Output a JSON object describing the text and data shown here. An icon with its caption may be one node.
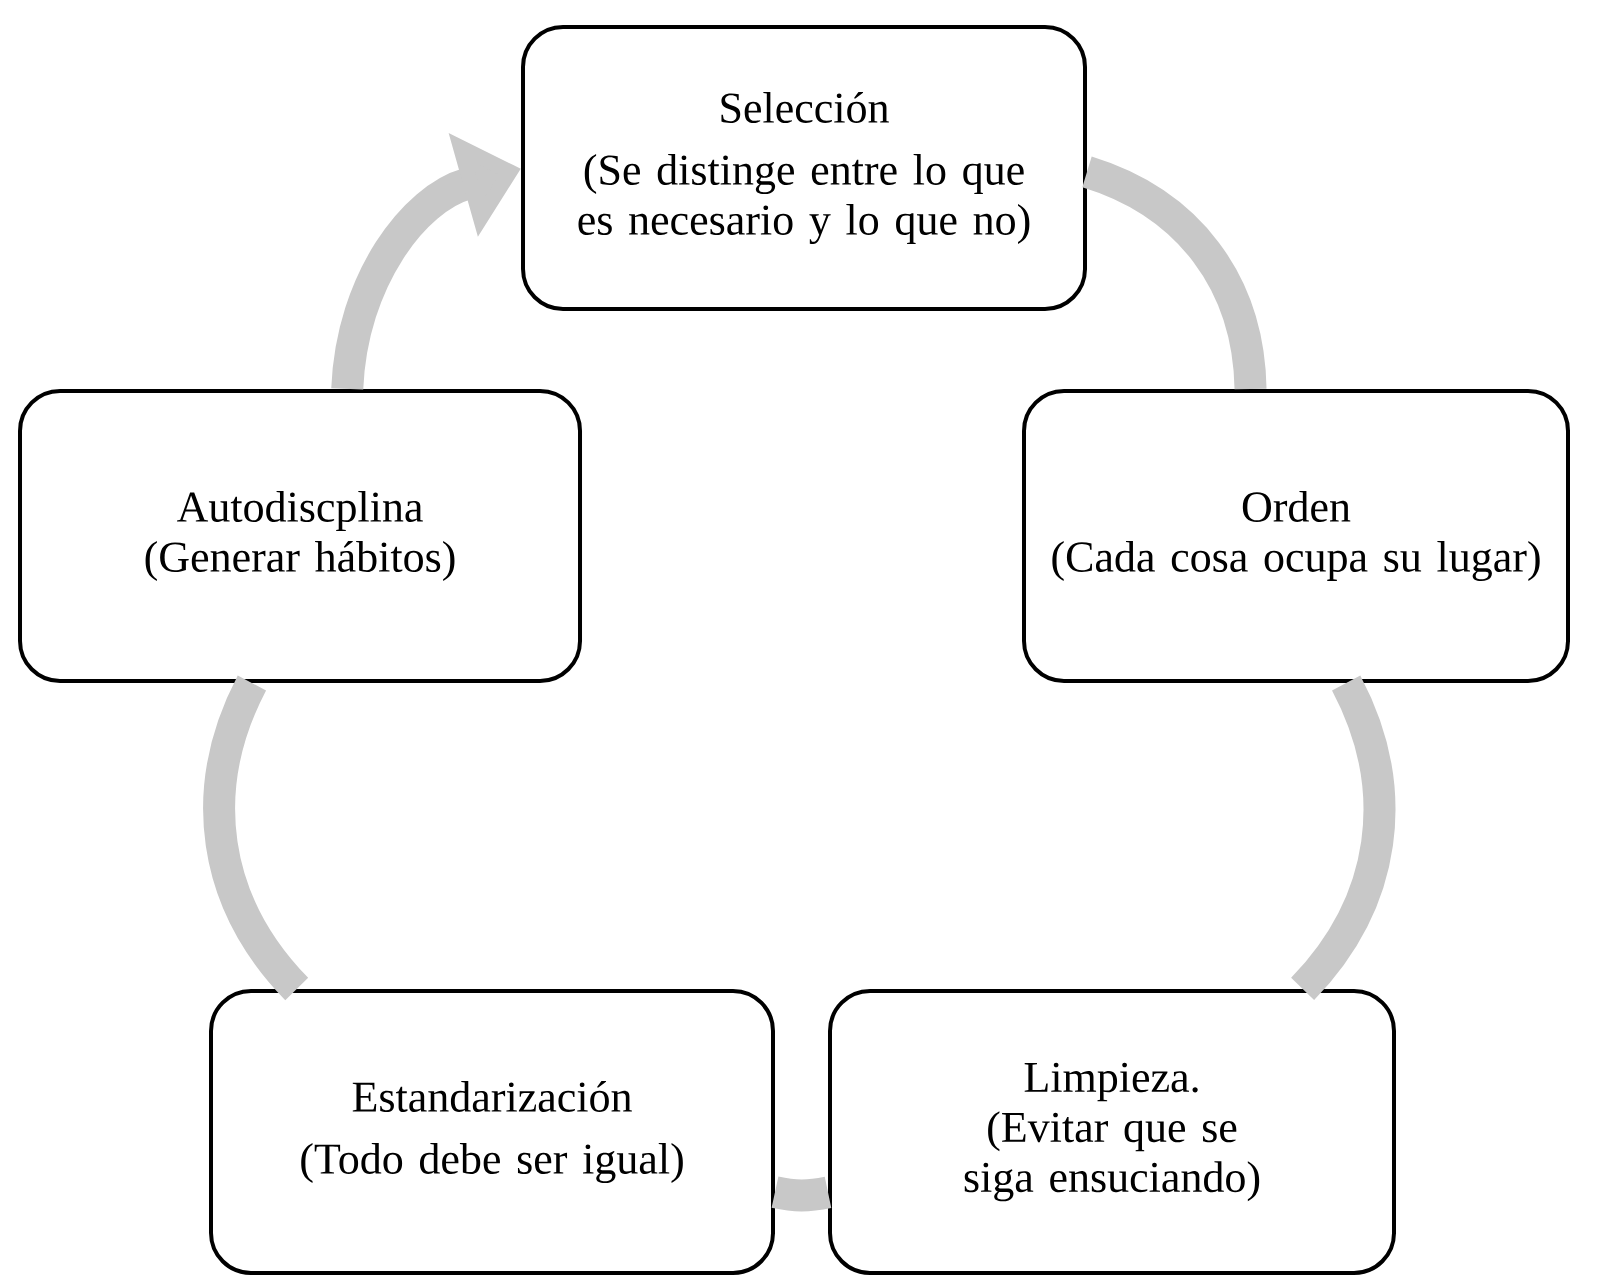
{
  "diagram": {
    "nodes": [
      {
        "text": [
          "Selección",
          "(Se distinge entre lo que es necesario y lo que no)"
        ]
      },
      {
        "text": [
          "Orden",
          "(Cada cosa ocupa su lugar)"
        ]
      },
      {
        "text": [
          "Limpieza.",
          "(Evitar que se siga ensuciando)"
        ]
      },
      {
        "text": [
          "Estandarización",
          "(Todo debe ser igual)"
        ]
      },
      {
        "text": [
          "Autodiscplina",
          "(Generar hábitos)"
        ]
      }
    ],
    "edges": [
      {
        "from": 0,
        "to": 1,
        "arrow": "none"
      },
      {
        "from": 1,
        "to": 2,
        "arrow": "none"
      },
      {
        "from": 2,
        "to": 3,
        "arrow": "none"
      },
      {
        "from": 3,
        "to": 4,
        "arrow": "none"
      },
      {
        "from": 4,
        "to": 0,
        "arrow": "to"
      }
    ]
  }
}
